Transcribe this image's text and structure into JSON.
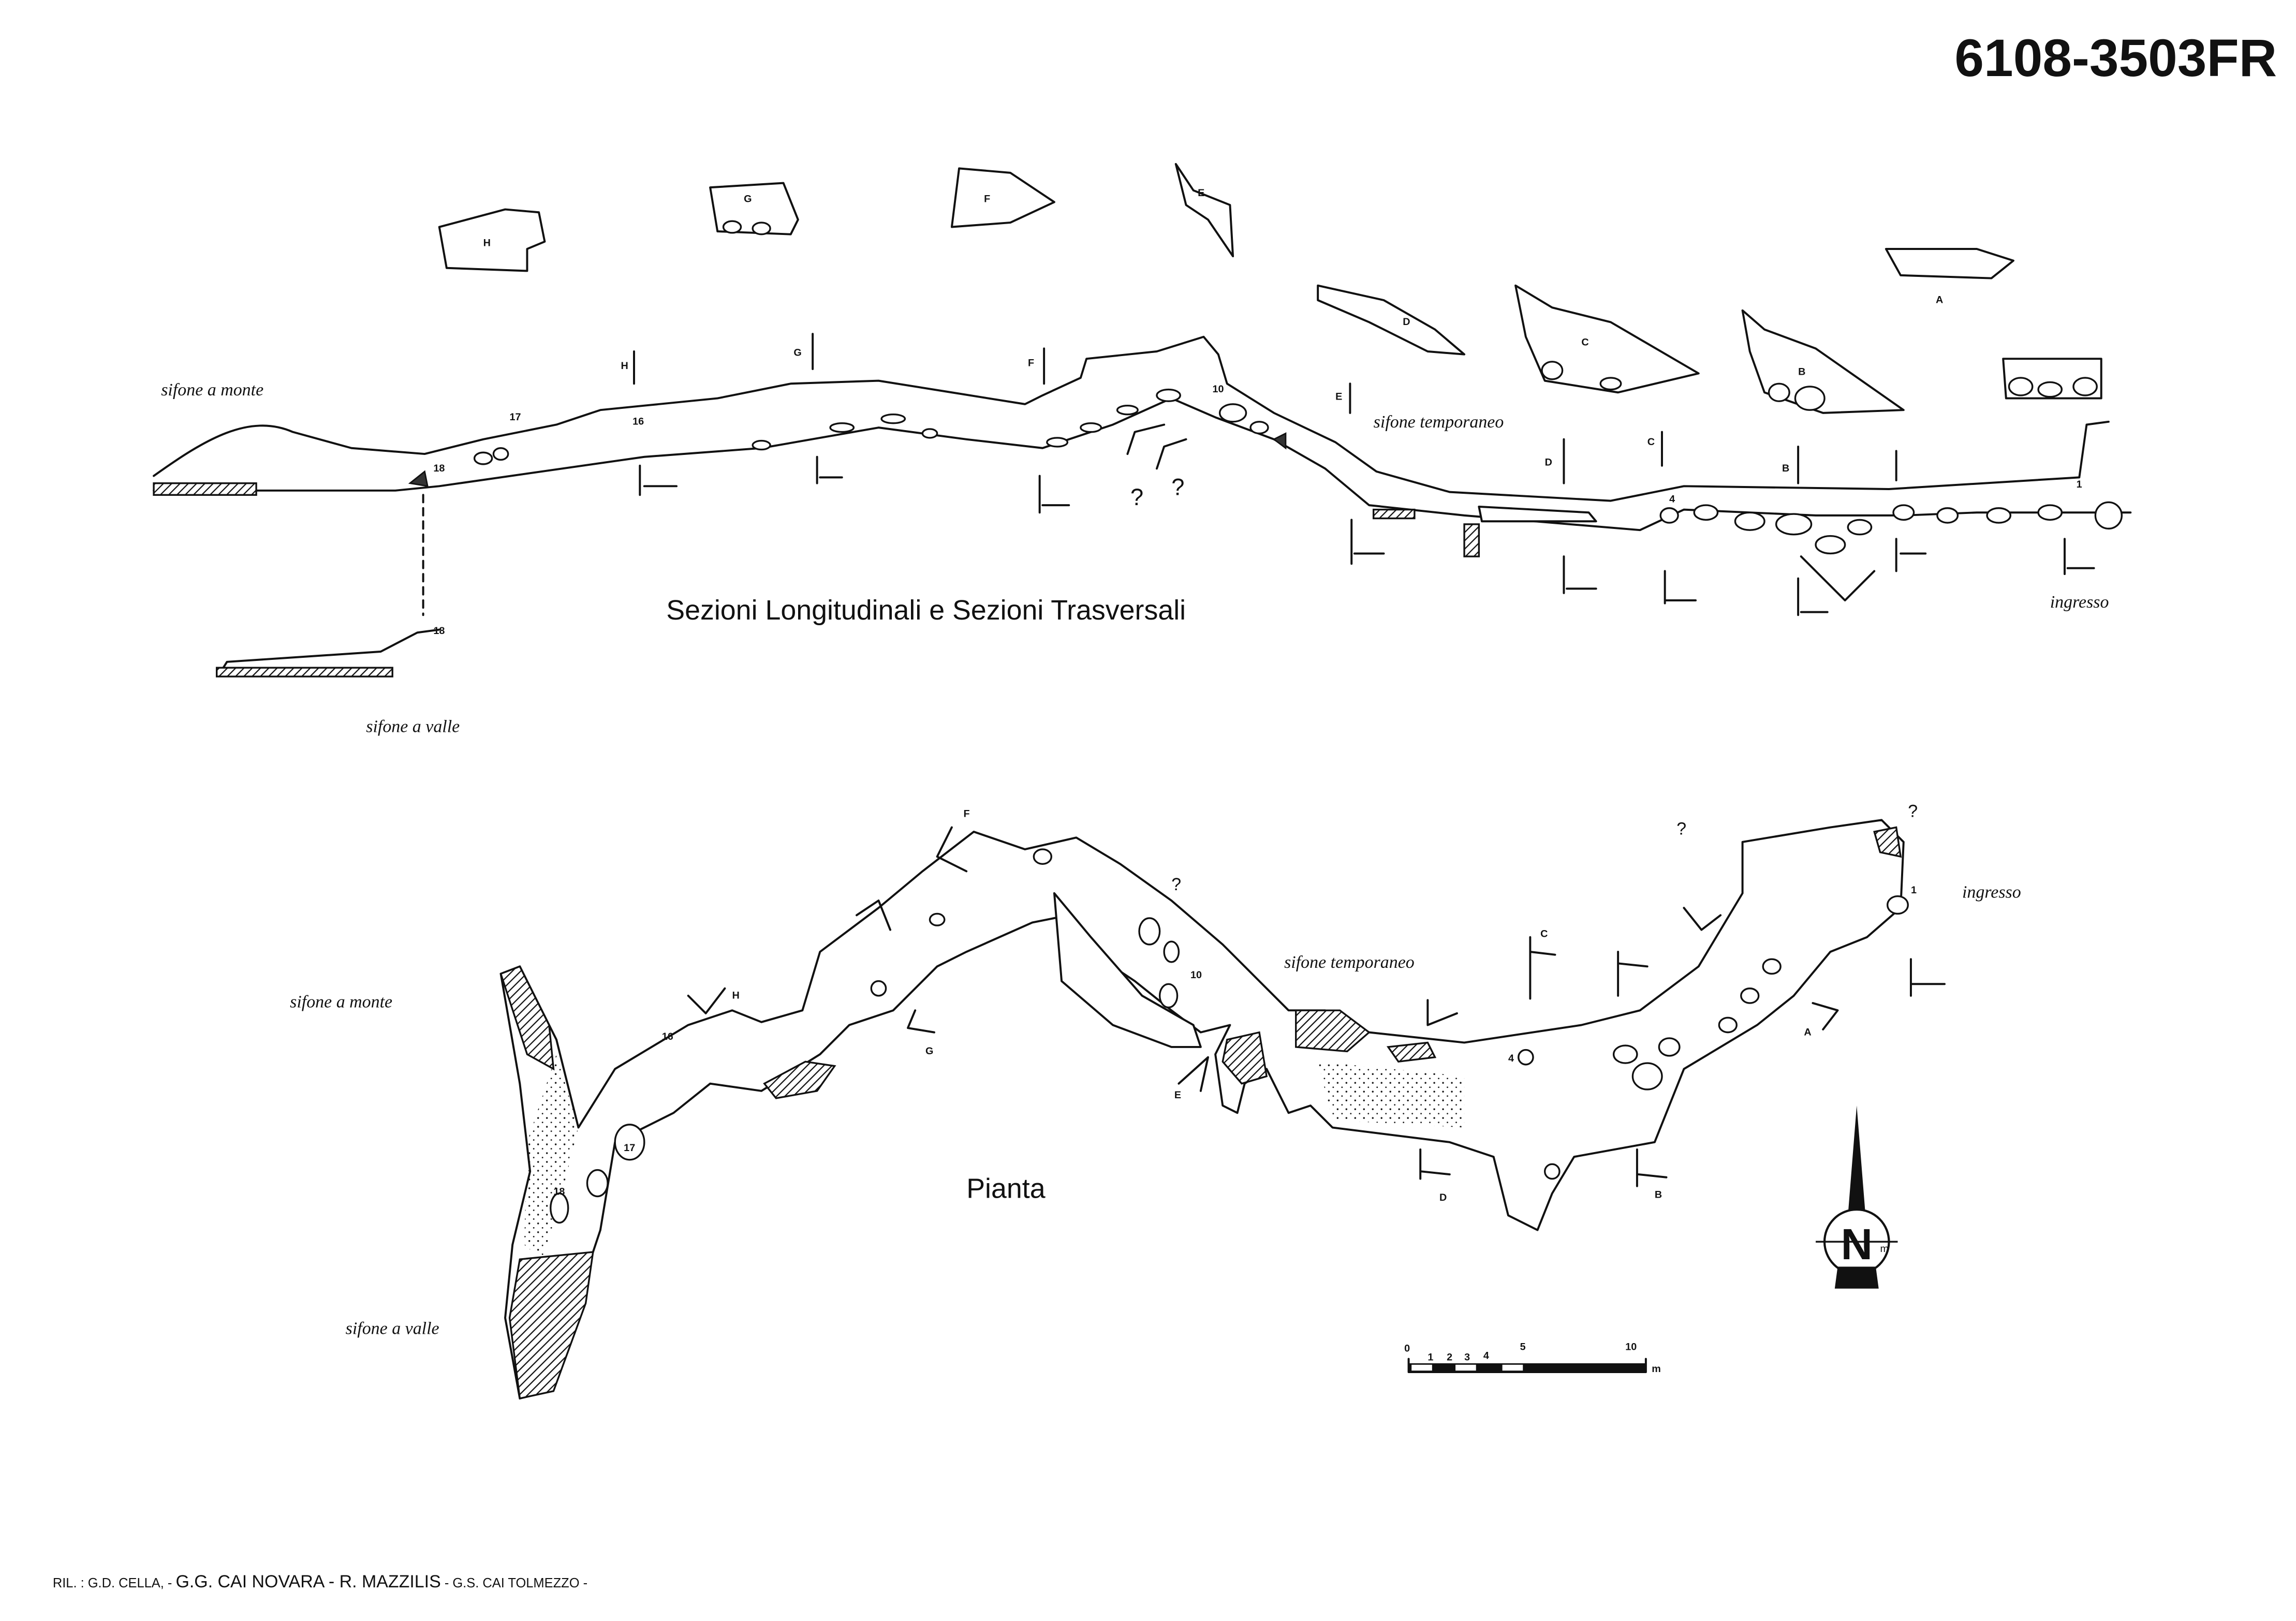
{
  "document": {
    "code": "6108-3503FR",
    "profile_title": "Sezioni Longitudinali e Sezioni Trasversali",
    "plan_title": "Pianta",
    "credits": {
      "part1": "RIL. : G.D. CELLA, -",
      "part2": "G.G. CAI NOVARA - R. MAZZILIS",
      "part3": "- G.S. CAI TOLMEZZO -"
    }
  },
  "profile": {
    "labels": {
      "sifone_a_monte": "sifone a monte",
      "sifone_temporaneo": "sifone temporaneo",
      "ingresso": "ingresso",
      "sifone_a_valle": "sifone a valle"
    },
    "sections": [
      "A",
      "B",
      "C",
      "D",
      "E",
      "F",
      "G",
      "H"
    ],
    "stations": [
      "1",
      "4",
      "10",
      "16",
      "17",
      "18",
      "18"
    ],
    "unknown": "?"
  },
  "plan": {
    "labels": {
      "sifone_a_monte": "sifone a monte",
      "sifone_temporaneo": "sifone temporaneo",
      "ingresso": "ingresso",
      "sifone_a_valle": "sifone a valle"
    },
    "sections": [
      "A",
      "B",
      "C",
      "D",
      "E",
      "F",
      "G",
      "H"
    ],
    "stations": [
      "1",
      "4",
      "10",
      "16",
      "17",
      "18"
    ],
    "unknown": "?"
  },
  "scale_bar": {
    "ticks": [
      "0",
      "1",
      "2",
      "3",
      "4",
      "5",
      "10"
    ],
    "unit": "m"
  },
  "north_arrow": {
    "letter": "N",
    "sub": "m"
  }
}
